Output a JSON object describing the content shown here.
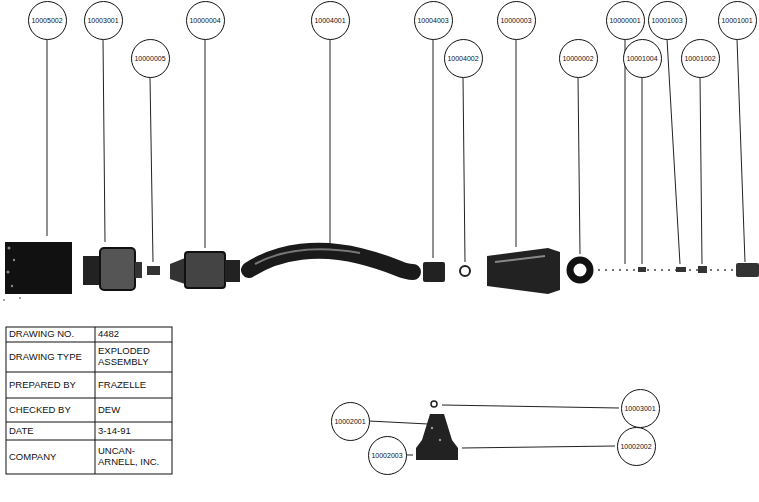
{
  "diagram": {
    "nodes": [
      {
        "text": [
          "10005002"
        ]
      },
      {
        "text": [
          "10003001"
        ]
      },
      {
        "text": [
          "10000005"
        ]
      },
      {
        "text": [
          "10000004"
        ]
      },
      {
        "text": [
          "10004001"
        ]
      },
      {
        "text": [
          "10004003"
        ]
      },
      {
        "text": [
          "10004002"
        ]
      },
      {
        "text": [
          "10000003"
        ]
      },
      {
        "text": [
          "10000002"
        ]
      },
      {
        "text": [
          "10000001"
        ]
      },
      {
        "text": [
          "10001004"
        ]
      },
      {
        "text": [
          "10001003"
        ]
      },
      {
        "text": [
          "10001002"
        ]
      },
      {
        "text": [
          "10001001"
        ]
      },
      {
        "text": [
          "10003001"
        ]
      },
      {
        "text": [
          "10002001"
        ]
      },
      {
        "text": [
          "10002002"
        ]
      },
      {
        "text": [
          "10002003"
        ]
      }
    ],
    "labels": [
      "DRAWING NO.",
      "4482",
      "DRAWING TYPE",
      "EXPLODED ASSEMBLY",
      "PREPARED BY",
      "FRAZELLE",
      "CHECKED BY",
      "DEW",
      "DATE",
      "3-14-91",
      "COMPANY",
      "UNCAN-ARNELL, INC."
    ]
  }
}
